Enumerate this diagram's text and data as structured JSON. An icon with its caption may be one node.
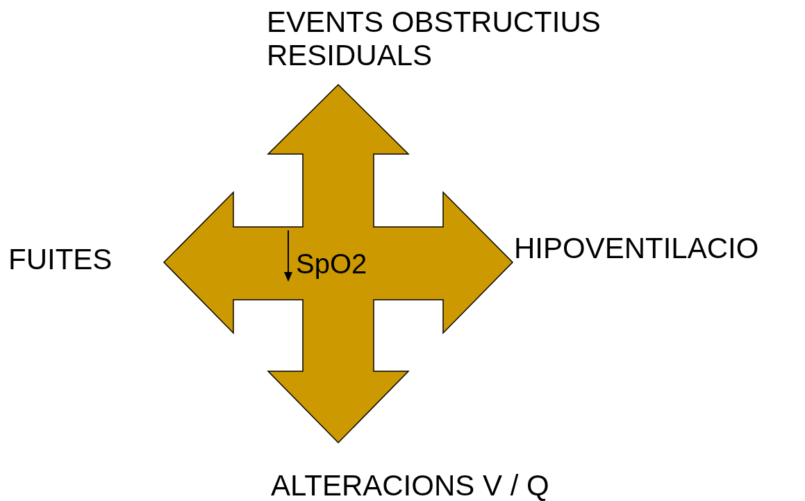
{
  "diagram": {
    "nodes": [
      {
        "text": [
          "SpO2"
        ]
      }
    ],
    "labels": [
      "EVENTS OBSTRUCTIUS RESIDUALS",
      "FUITES",
      "HIPOVENTILACIO",
      "ALTERACIONS V / Q"
    ]
  }
}
